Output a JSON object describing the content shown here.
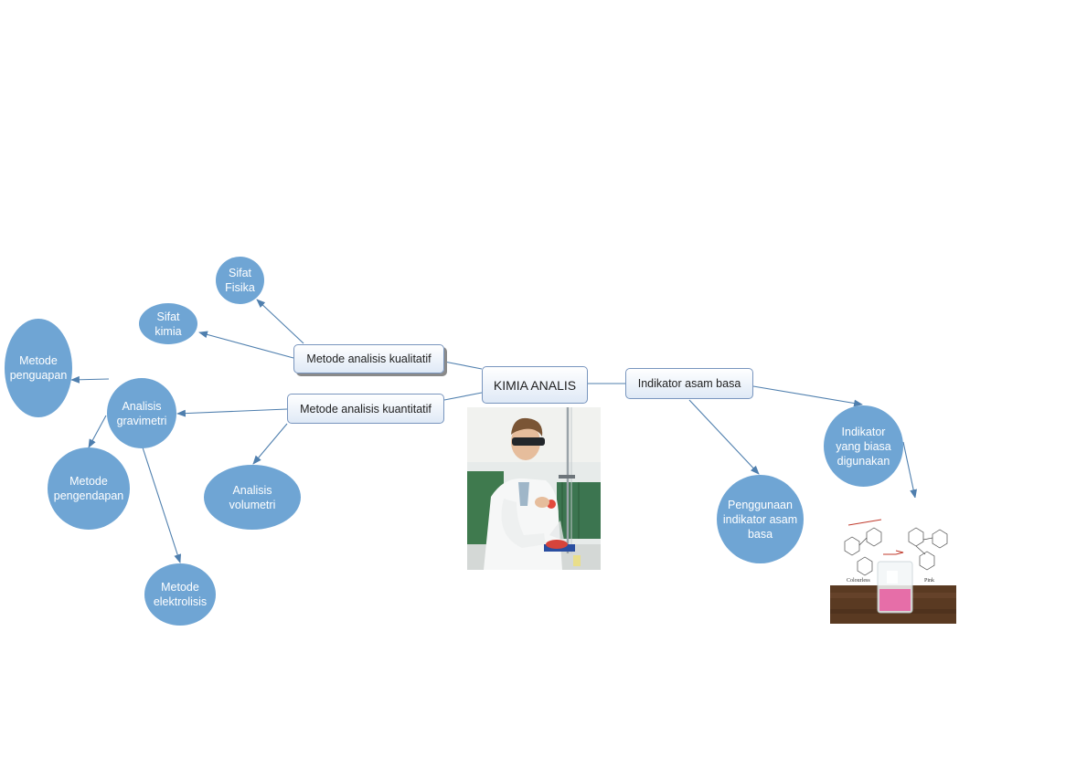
{
  "central_node": {
    "label": "KIMIA ANALIS"
  },
  "branches": {
    "qualitative": {
      "label": "Metode analisis kualitatif"
    },
    "quantitative": {
      "label": "Metode analisis kuantitatif"
    },
    "indicator": {
      "label": "Indikator asam basa"
    }
  },
  "leaf_nodes": {
    "physical_properties": "Sifat\nFisika",
    "chemical_properties": "Sifat\nkimia",
    "gravimetric_analysis": "Analisis\ngravimetri",
    "volumetric_analysis": "Analisis\nvolumetri",
    "evaporation_method": "Metode\npenguapan",
    "precipitation_method": "Metode\npengendapan",
    "electrolysis_method": "Metode\nelektrolisis",
    "common_indicators": "Indikator\nyang biasa\ndigunakan",
    "indicator_usage": "Penggunaan\nindikator asam\nbasa"
  },
  "images": {
    "lab_photo": {
      "icon": "scientist-titration-photo"
    },
    "indicator_photo": {
      "icon": "phenolphthalein-beaker-photo",
      "caption_left": "Colourless",
      "caption_right": "Pink"
    }
  },
  "colors": {
    "bubble": "#6fa5d4",
    "connector": "#4f7fae",
    "box_border": "#7895be"
  }
}
